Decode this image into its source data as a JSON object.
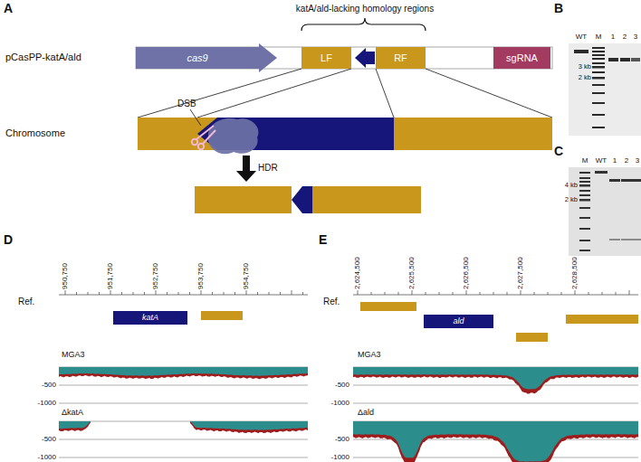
{
  "diagram": {
    "nodes": [
      {
        "text": [
          "cas9"
        ]
      },
      {
        "text": [
          "LF"
        ]
      },
      {
        "text": [
          "RF"
        ]
      },
      {
        "text": [
          "sgRNA"
        ]
      },
      {
        "text": [
          "katA"
        ]
      },
      {
        "text": [
          "ald"
        ]
      }
    ],
    "labels": [
      "A",
      "katA/ald-lacking homology regions",
      "pCasPP-katA/ald",
      "Chromosome",
      "DSB",
      "HDR",
      "B",
      "WT",
      "M",
      "1",
      "2",
      "3",
      "3 kb",
      "2 kb",
      "C",
      "M",
      "WT",
      "1",
      "2",
      "3",
      "4 kb",
      "2 kb",
      "D",
      "Ref.",
      "950,750",
      "951,750",
      "952,750",
      "953,750",
      "954,750",
      "MGA3",
      "-500",
      "-1000",
      "ΔkatA",
      "-500",
      "-1000",
      "E",
      "Ref.",
      "2,624,500",
      "2,625,500",
      "2,626,500",
      "2,627,500",
      "2,628,500",
      "MGA3",
      "-500",
      "-1000",
      "Δald",
      "-500",
      "-1000"
    ]
  }
}
